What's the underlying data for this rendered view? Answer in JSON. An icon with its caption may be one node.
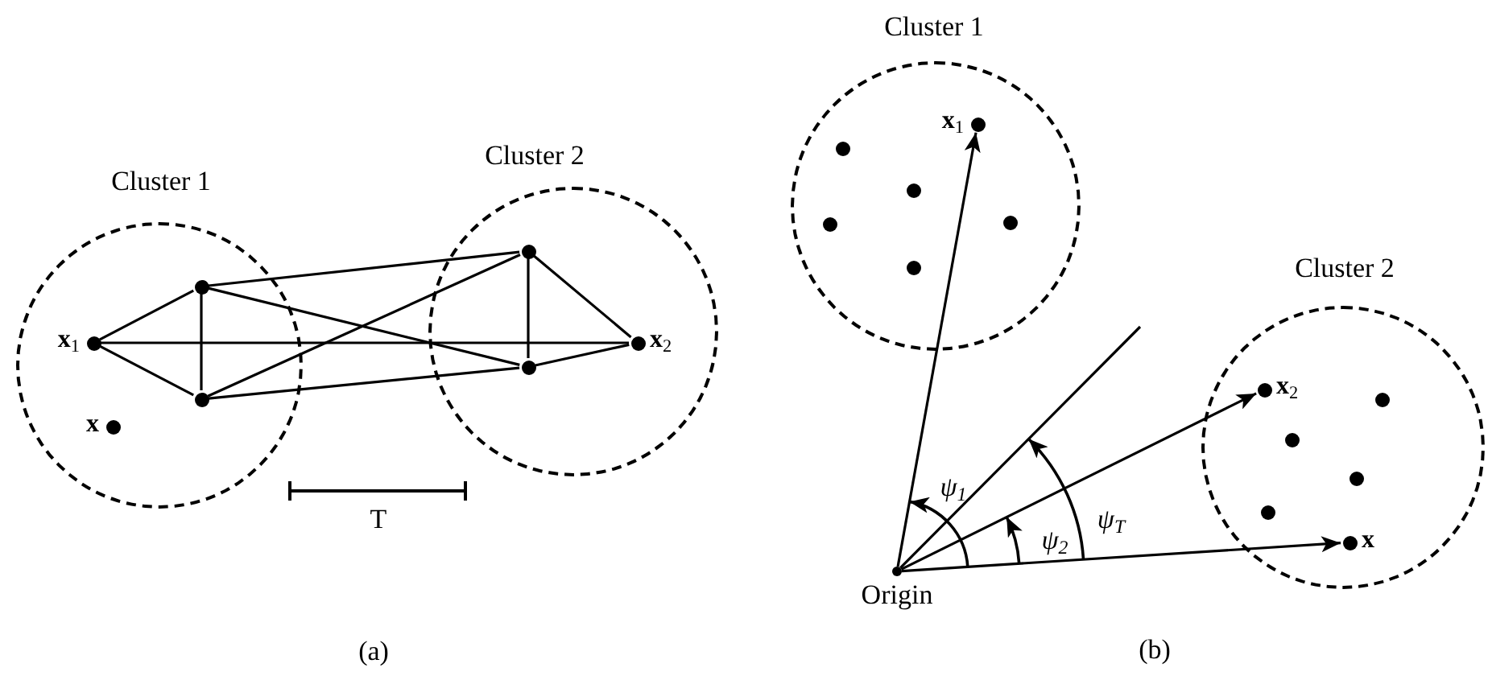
{
  "diagram": {
    "nodes": [
      {
        "text": [
          "Cluster 1"
        ]
      },
      {
        "text": [
          "x$_{1}$"
        ],
        "in": 0
      },
      {
        "text": [],
        "shape": "circle",
        "in": 0
      },
      {
        "text": [],
        "shape": "circle",
        "in": 0
      },
      {
        "text": [
          "x"
        ],
        "in": 0
      },
      {
        "text": [
          "Cluster 2"
        ]
      },
      {
        "text": [],
        "shape": "circle",
        "in": 5
      },
      {
        "text": [],
        "shape": "circle",
        "in": 5
      },
      {
        "text": [
          "x$_{2}$"
        ],
        "in": 5
      },
      {
        "text": [
          "Cluster 1"
        ]
      },
      {
        "text": [
          "x$_{1}$"
        ],
        "in": 9
      },
      {
        "text": [],
        "shape": "circle",
        "in": 9
      },
      {
        "text": [],
        "shape": "circle",
        "in": 9
      },
      {
        "text": [],
        "shape": "circle",
        "in": 9
      },
      {
        "text": [],
        "shape": "circle",
        "in": 9
      },
      {
        "text": [],
        "shape": "circle",
        "in": 9
      },
      {
        "text": [
          "Cluster 2"
        ]
      },
      {
        "text": [
          "x$_{2}$"
        ],
        "in": 16
      },
      {
        "text": [],
        "shape": "circle",
        "in": 16
      },
      {
        "text": [],
        "shape": "circle",
        "in": 16
      },
      {
        "text": [],
        "shape": "circle",
        "in": 16
      },
      {
        "text": [],
        "shape": "circle",
        "in": 16
      },
      {
        "text": [
          "x"
        ],
        "in": 16
      },
      {
        "text": [
          "Origin"
        ]
      }
    ],
    "edges": [
      {
        "from": 1,
        "to": 2,
        "arrow": "none"
      },
      {
        "from": 1,
        "to": 3,
        "arrow": "none"
      },
      {
        "from": 2,
        "to": 3,
        "arrow": "none"
      },
      {
        "from": 1,
        "to": 8,
        "arrow": "none"
      },
      {
        "from": 2,
        "to": 6,
        "arrow": "none"
      },
      {
        "from": 2,
        "to": 7,
        "arrow": "none"
      },
      {
        "from": 3,
        "to": 6,
        "arrow": "none"
      },
      {
        "from": 3,
        "to": 7,
        "arrow": "none"
      },
      {
        "from": 6,
        "to": 7,
        "arrow": "none"
      },
      {
        "from": 6,
        "to": 8,
        "arrow": "none"
      },
      {
        "from": 7,
        "to": 8,
        "arrow": "none"
      },
      {
        "from": 23,
        "to": 10,
        "arrow": "to"
      },
      {
        "from": 23,
        "to": null,
        "arrow": "none"
      },
      {
        "from": 23,
        "to": 17,
        "arrow": "to"
      },
      {
        "from": 23,
        "to": 22,
        "arrow": "to"
      }
    ],
    "labels": [
      "T",
      "(a)",
      "ψ$_{1}$",
      "ψ$_{2}$",
      "ψ$_{T}$",
      "(b)"
    ]
  }
}
